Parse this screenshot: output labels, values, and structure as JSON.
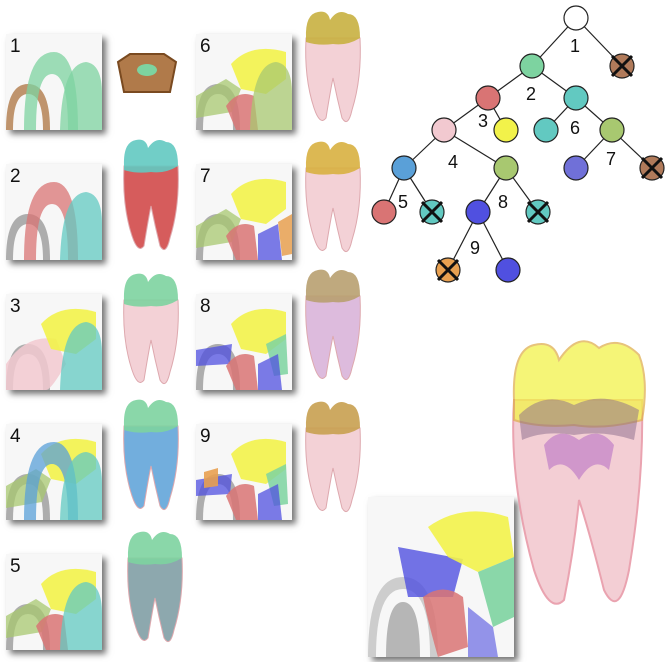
{
  "figure": {
    "panel_labels": [
      "1",
      "2",
      "3",
      "4",
      "5",
      "6",
      "7",
      "8",
      "9"
    ],
    "tree_node_labels": [
      "1",
      "2",
      "3",
      "4",
      "5",
      "6",
      "7",
      "8",
      "9"
    ]
  },
  "colors": {
    "bone": "#b07a4a",
    "green": "#7dd3a0",
    "red": "#d97474",
    "teal": "#62c9c1",
    "pink": "#f2c9d0",
    "yellow": "#f2f24a",
    "blue": "#5aa0d8",
    "olive": "#a8c870",
    "purple": "#5050e0",
    "orange": "#e8a050",
    "gray": "#9a9a9a"
  }
}
